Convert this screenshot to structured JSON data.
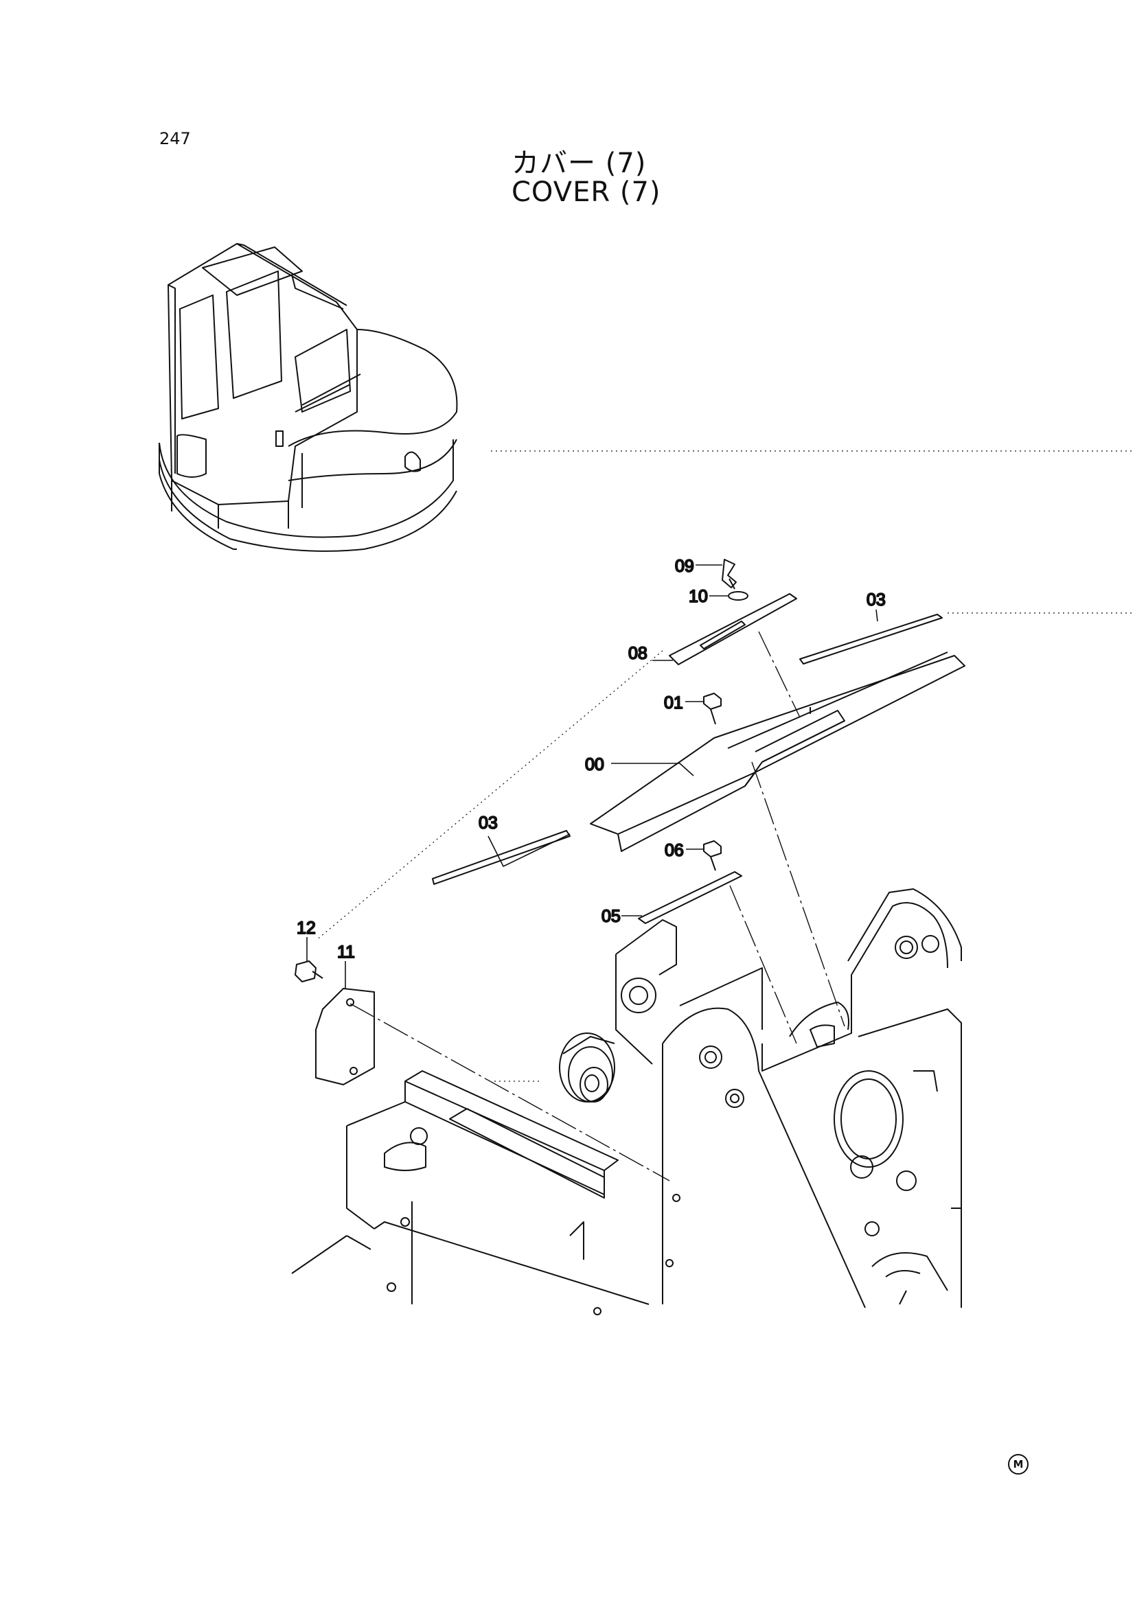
{
  "page_number": "247",
  "title": {
    "jp": "カバー (7)",
    "en": "COVER (7)"
  },
  "callouts": [
    {
      "id": "c09",
      "text": "09"
    },
    {
      "id": "c10",
      "text": "10"
    },
    {
      "id": "c03a",
      "text": "03"
    },
    {
      "id": "c08",
      "text": "08"
    },
    {
      "id": "c01",
      "text": "01"
    },
    {
      "id": "c00",
      "text": "00"
    },
    {
      "id": "c03b",
      "text": "03"
    },
    {
      "id": "c06",
      "text": "06"
    },
    {
      "id": "c05",
      "text": "05"
    },
    {
      "id": "c12",
      "text": "12"
    },
    {
      "id": "c11",
      "text": "11"
    }
  ],
  "corner_mark": "M"
}
